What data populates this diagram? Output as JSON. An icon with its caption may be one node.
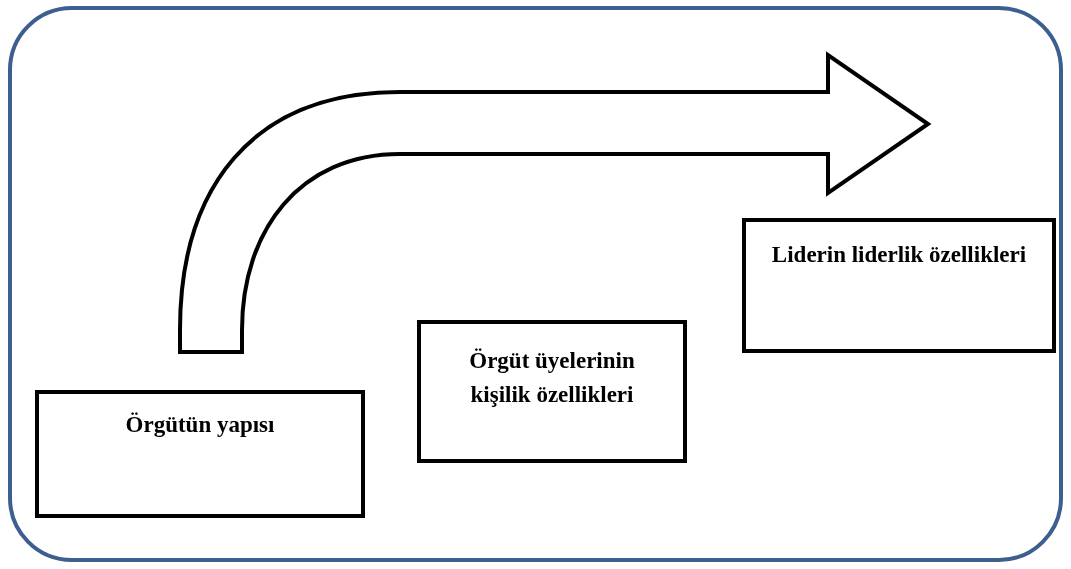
{
  "diagram": {
    "nodes": [
      {
        "text": [
          "Örgütün yapısı"
        ]
      },
      {
        "text": [
          "Örgüt üyelerinin kişilik özellikleri"
        ]
      },
      {
        "text": [
          "Liderin liderlik özellikleri"
        ]
      }
    ]
  }
}
